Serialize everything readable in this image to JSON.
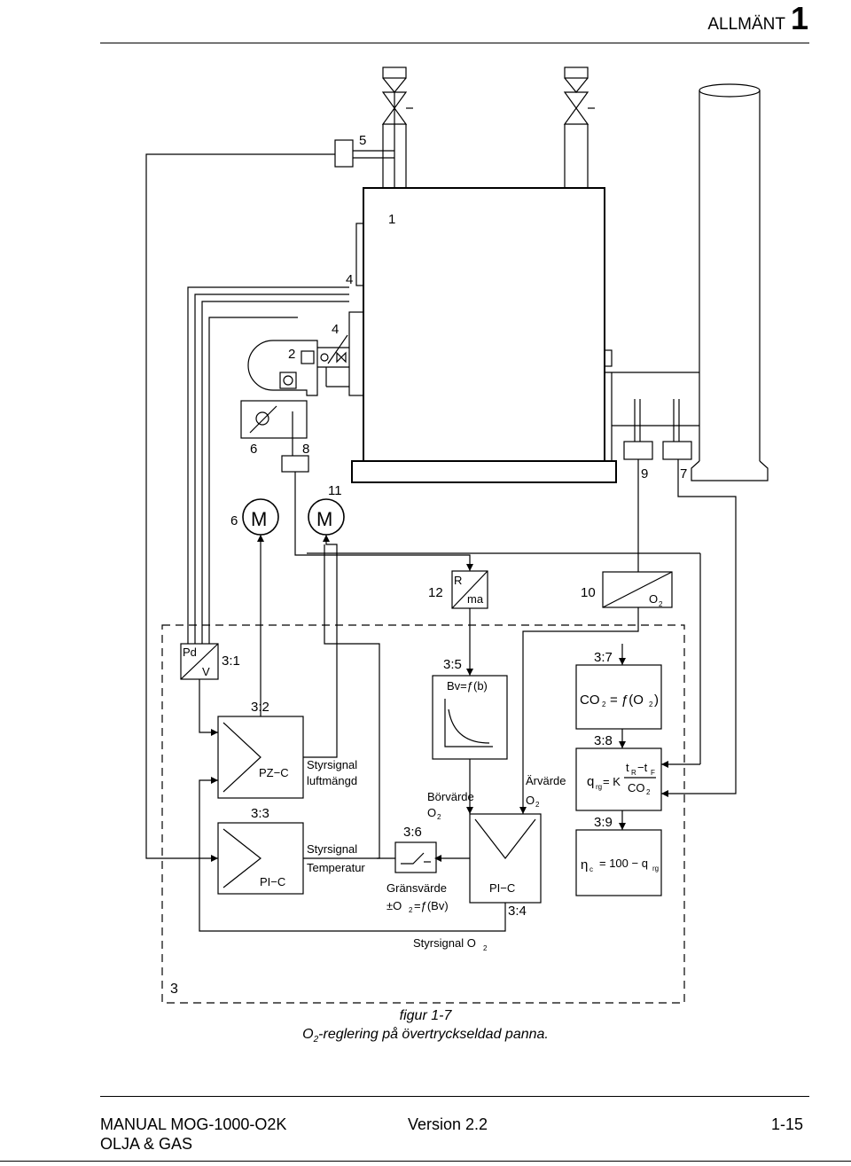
{
  "header": {
    "section": "ALLMÄNT",
    "number": "1"
  },
  "caption": {
    "line1": "figur 1-7",
    "line2_pre": "O",
    "line2_sub": "2",
    "line2_post": "-reglering på övertryckseldad panna."
  },
  "footer": {
    "manual": "MANUAL  MOG-1000-O2K",
    "version": "Version 2.2",
    "page": "1-15",
    "fuel": "OLJA & GAS"
  },
  "labels": {
    "n1": "1",
    "n2": "2",
    "n3": "3",
    "n4a": "4",
    "n4b": "4",
    "n5": "5",
    "n6a": "6",
    "n6b": "6",
    "n7": "7",
    "n8": "8",
    "n9": "9",
    "n10": "10",
    "n11": "11",
    "n12": "12",
    "motor": "M",
    "motor2": "M",
    "r": "R",
    "ma": "ma",
    "o2": "O",
    "o2sub": "2",
    "pd": "Pd",
    "v": "V",
    "s31": "3:1",
    "s32": "3:2",
    "s33": "3:3",
    "s34": "3:4",
    "s35": "3:5",
    "s36": "3:6",
    "s37": "3:7",
    "s38": "3:8",
    "s39": "3:9",
    "pzc": "PZ−C",
    "pic1": "PI−C",
    "pic2": "PI−C",
    "styr1a": "Styrsignal",
    "styr1b": "luftmängd",
    "styr2a": "Styrsignal",
    "styr2b": "Temperatur",
    "bv": "Bv=ƒ(b)",
    "borvarde": "Börvärde",
    "bo2": "O",
    "bo2sub": "2",
    "arvarde": "Ärvärde",
    "ao2": "O",
    "ao2sub": "2",
    "grans": "Gränsvärde",
    "gransf": "±O",
    "gransfsub": "2",
    "gransf2": "=ƒ(Bv)",
    "co2f": "CO",
    "co2sub": "2",
    "co2f2": "= ƒ(O",
    "co2fsub": "2",
    "co2f3": ")",
    "qrg": "q",
    "qrgsub": "rg",
    "qrgeq": "= K",
    "tr": "t",
    "trsub": "R",
    "tminus": "−t",
    "tfsub": "F",
    "qco2": "CO",
    "qco2sub": "2",
    "eta": "η",
    "etasub": "c",
    "etaeq": "= 100 − q",
    "etasub2": "rg",
    "styro2": "Styrsignal O",
    "styro2sub": "2"
  }
}
